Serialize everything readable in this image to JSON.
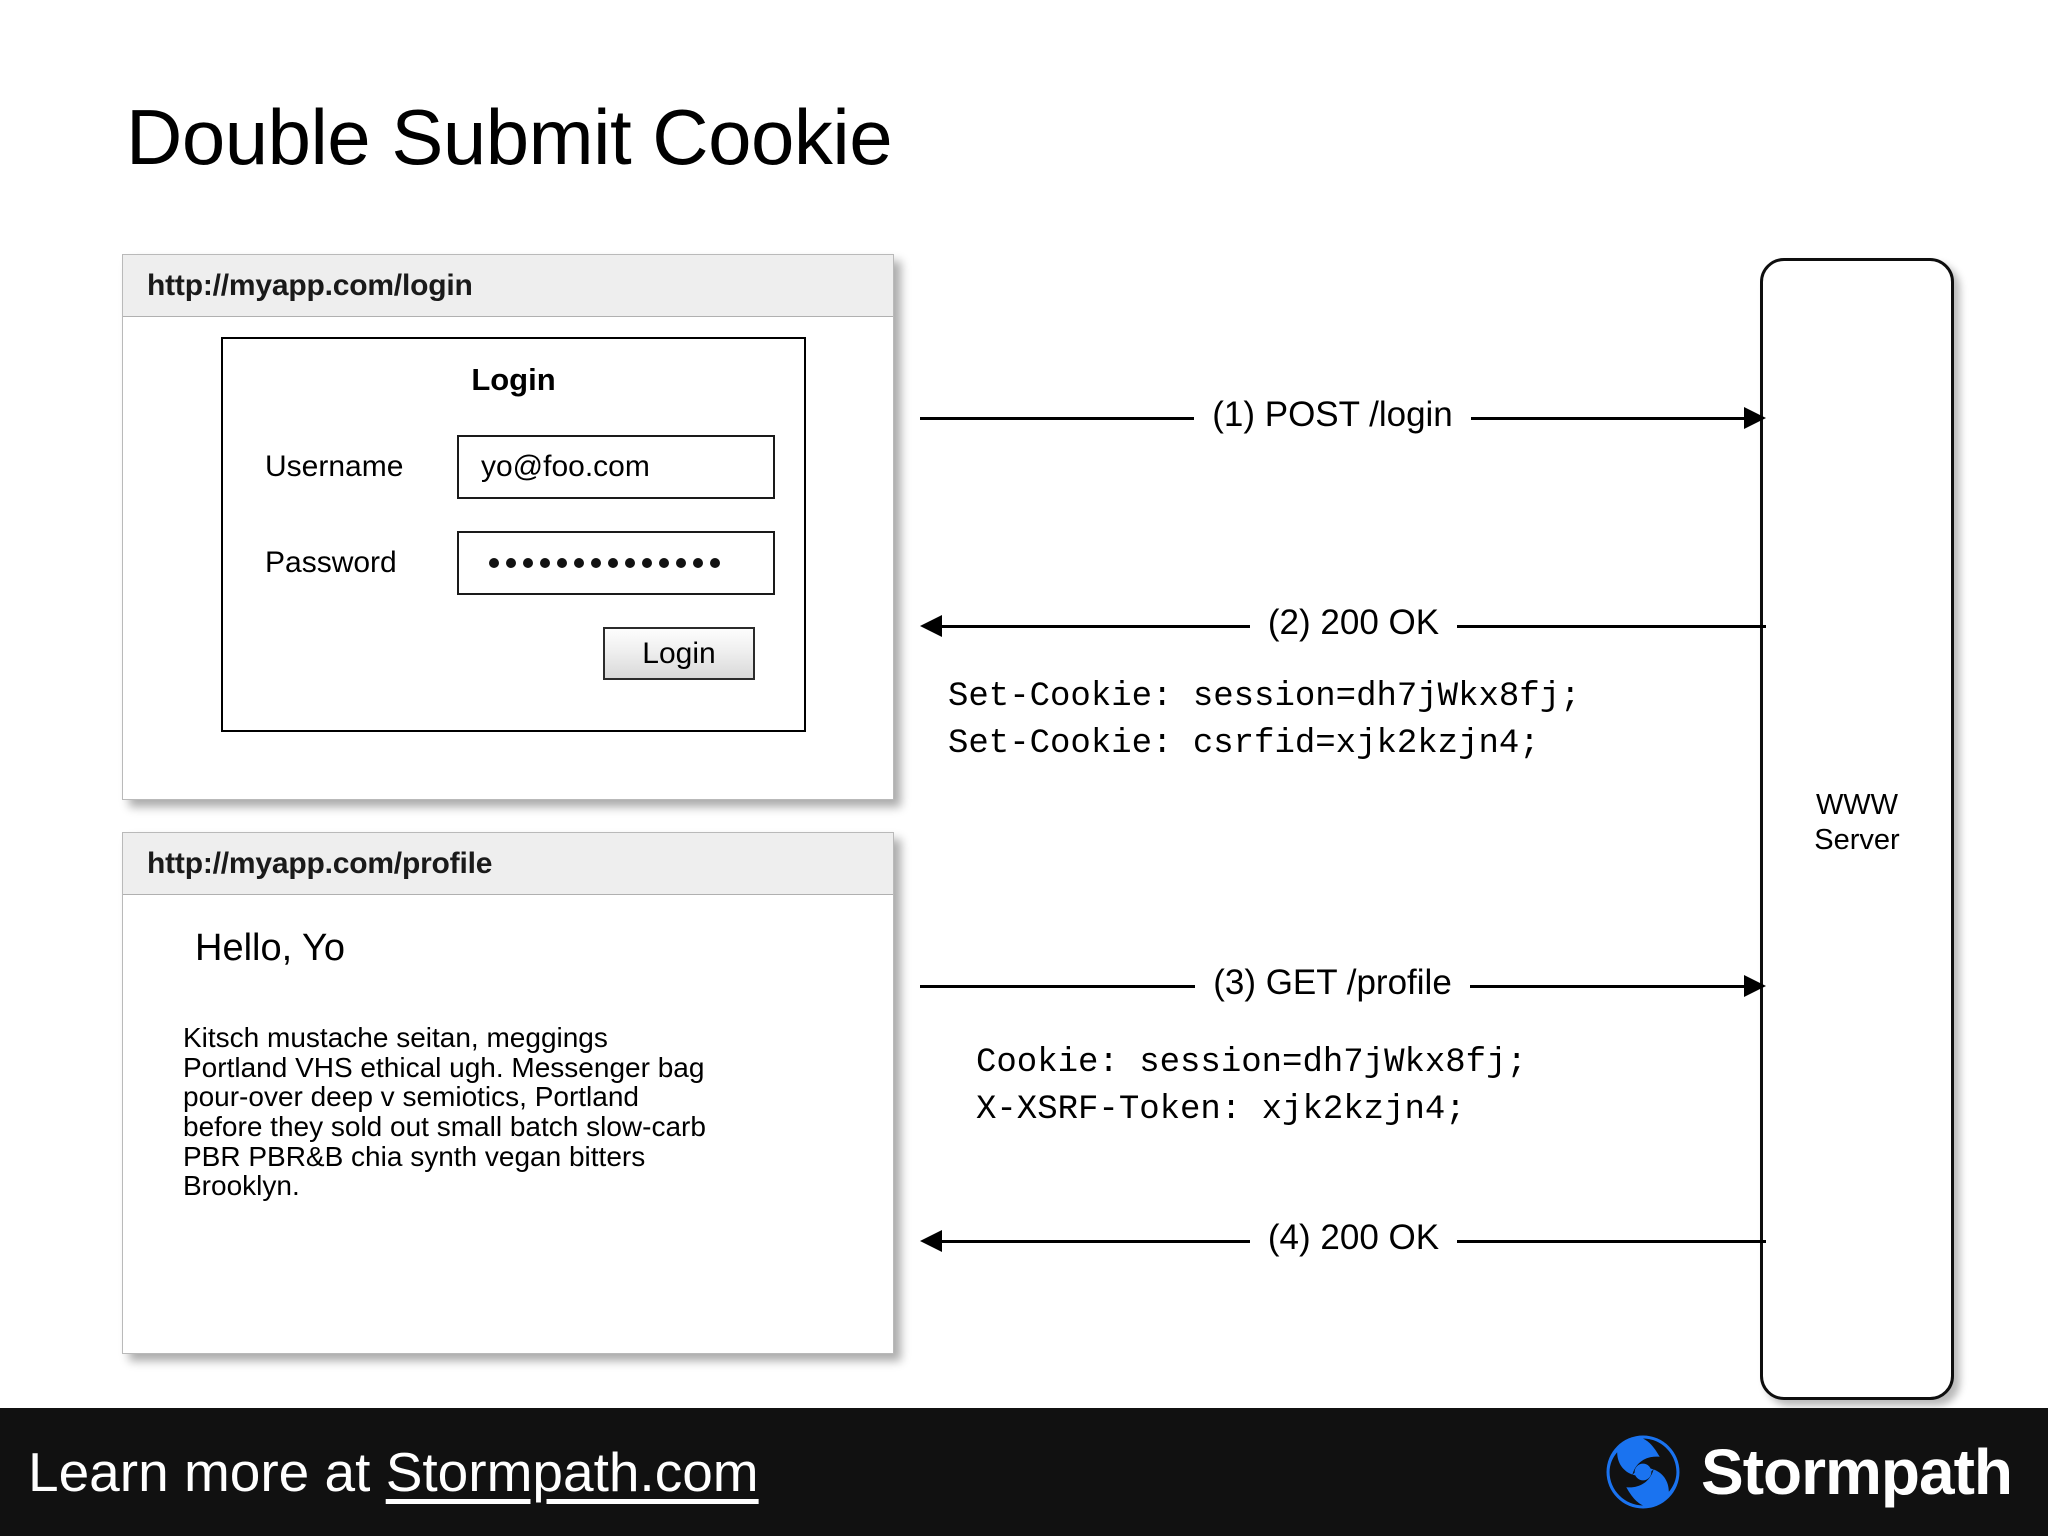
{
  "slide": {
    "title": "Double Submit Cookie"
  },
  "login_window": {
    "url": "http://myapp.com/login",
    "form": {
      "heading": "Login",
      "username_label": "Username",
      "username_value": "yo@foo.com",
      "password_label": "Password",
      "password_masked_char_count": 14,
      "submit_label": "Login"
    }
  },
  "profile_window": {
    "url": "http://myapp.com/profile",
    "greeting": "Hello, Yo",
    "body_text": "Kitsch mustache seitan, meggings Portland VHS ethical ugh. Messenger bag pour-over deep v semiotics, Portland before they sold out small batch slow-carb PBR PBR&B chia synth vegan bitters Brooklyn."
  },
  "server": {
    "label": "WWW\nServer"
  },
  "messages": [
    {
      "id": 1,
      "label": "(1) POST /login",
      "direction": "right"
    },
    {
      "id": 2,
      "label": "(2) 200 OK",
      "direction": "left"
    },
    {
      "id": 3,
      "label": "(3) GET /profile",
      "direction": "right"
    },
    {
      "id": 4,
      "label": "(4) 200 OK",
      "direction": "left"
    }
  ],
  "headers": {
    "response": "Set-Cookie: session=dh7jWkx8fj;\nSet-Cookie: csrfid=xjk2kzjn4;",
    "request": "Cookie: session=dh7jWkx8fj;\nX-XSRF-Token: xjk2kzjn4;"
  },
  "footer": {
    "cta_prefix": "Learn more at ",
    "cta_link": "Stormpath.com",
    "brand": "Stormpath",
    "brand_color": "#1a73f0",
    "background_color": "#111111"
  }
}
